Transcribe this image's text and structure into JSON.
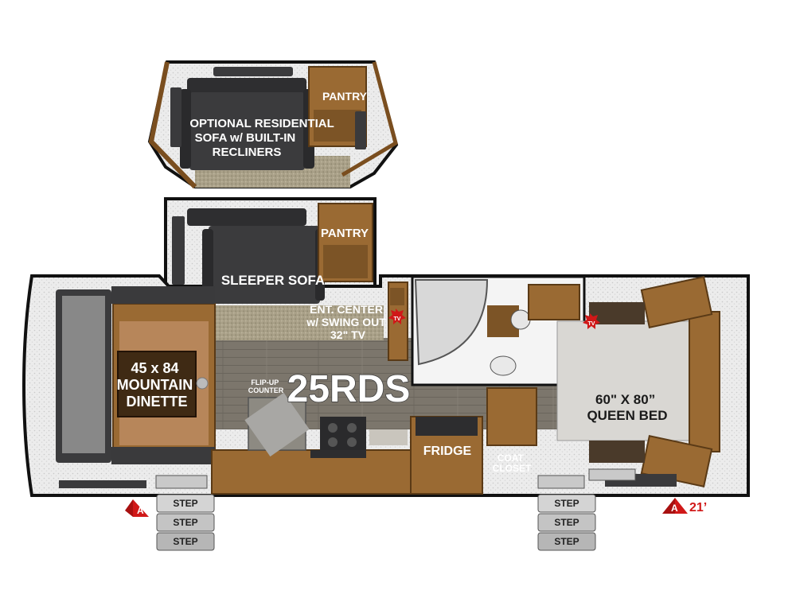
{
  "model_name": "25RDS",
  "length_label": "21’",
  "marker_letter": "A",
  "tv_badge": "TV",
  "step_label": "STEP",
  "labels": {
    "optional_sofa": [
      "OPTIONAL RESIDENTIAL",
      "SOFA w/ BUILT-IN",
      "RECLINERS"
    ],
    "pantry_optional": "PANTRY",
    "pantry": "PANTRY",
    "sleeper_sofa": "SLEEPER SOFA",
    "ent_center": [
      "ENT. CENTER",
      "w/ SWING OUT",
      "32\" TV"
    ],
    "dinette": [
      "45 x 84",
      "MOUNTAIN",
      "DINETTE"
    ],
    "flip_up": [
      "FLIP-UP",
      "COUNTER"
    ],
    "fridge": "FRIDGE",
    "coat_closet": [
      "COAT",
      "CLOSET"
    ],
    "queen_bed": [
      "60\" X 80”",
      "QUEEN BED"
    ]
  },
  "colors": {
    "outline": "#111111",
    "carpet": "#e9e9e9",
    "floor": "#7d786f",
    "cabinet": "#9a6a33",
    "cabinet_dark": "#6e4a22",
    "upholstery": "#3b3b3d",
    "rug": "#a89f85",
    "accent_red": "#d01818"
  }
}
